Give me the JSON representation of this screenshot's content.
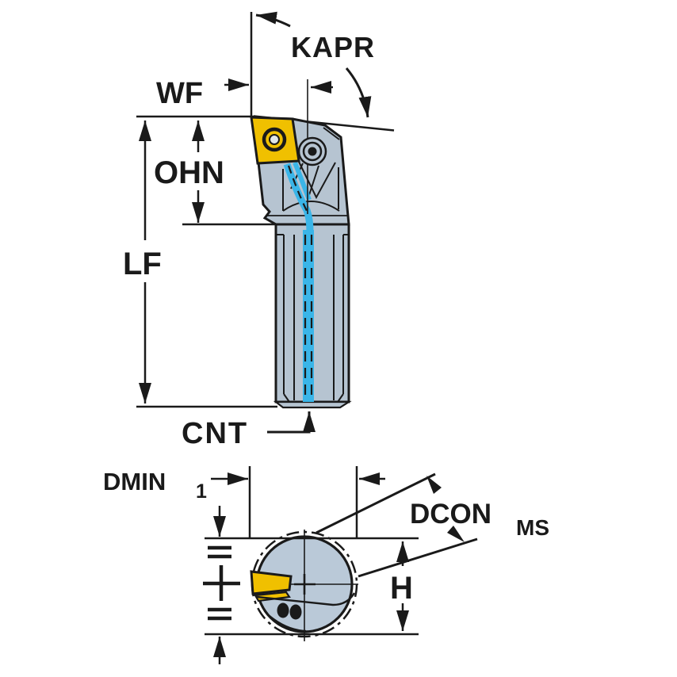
{
  "drawing": {
    "title": "Turning tool holder dimension drawing",
    "views": {
      "side": "tool side view with coolant channel",
      "end": "shank end view with insert"
    }
  },
  "labels": {
    "kapr": "KAPR",
    "wf": "WF",
    "ohn": "OHN",
    "lf": "LF",
    "cnt": "CNT",
    "dmin_base": "DMIN",
    "dmin_sub": "1",
    "dcon_base": "DCON",
    "dcon_sub": "MS",
    "h": "H"
  },
  "colors": {
    "background": "#ffffff",
    "line": "#1a1a1a",
    "tool_body": "#b6c4d1",
    "end_face": "#bac9d8",
    "insert_yellow": "#f0c000",
    "coolant_blue": "#3ab5e8"
  }
}
